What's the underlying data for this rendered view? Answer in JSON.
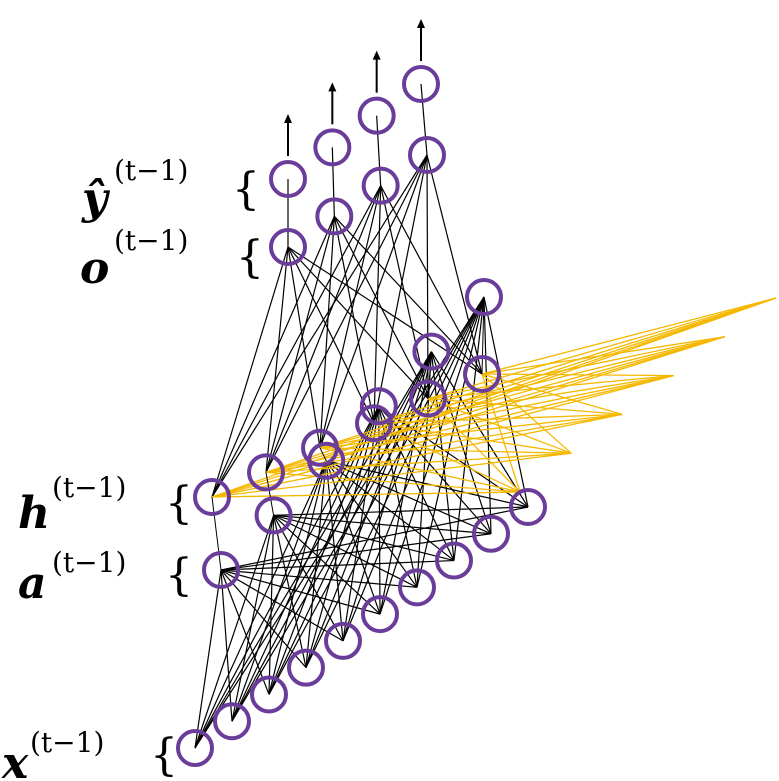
{
  "labels": {
    "y_hat": {
      "symbol": "ŷ",
      "superscript": "(t−1)"
    },
    "o": {
      "symbol": "o",
      "superscript": "(t−1)"
    },
    "h": {
      "symbol": "h",
      "superscript": "(t−1)"
    },
    "a": {
      "symbol": "a",
      "superscript": "(t−1)"
    },
    "x": {
      "symbol": "x",
      "superscript": "(t−1)"
    }
  },
  "colors": {
    "node_stroke": "#6a3d9a",
    "forward_edges": "#000000",
    "recurrent_edges": "#f5b800",
    "background": "#ffffff"
  },
  "layers": {
    "input_nodes": 10,
    "hidden_nodes": 6,
    "output_nodes": 4
  }
}
